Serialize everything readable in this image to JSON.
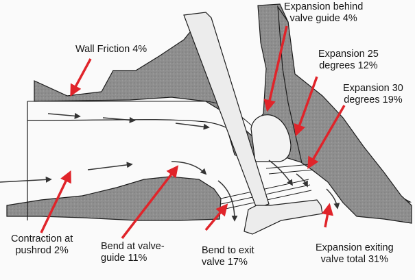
{
  "diagram": {
    "labels": {
      "wall_friction": "Wall Friction 4%",
      "exp_guide_l1": "Expansion behind",
      "exp_guide_l2": "valve guide 4%",
      "exp25_l1": "Expansion 25",
      "exp25_l2": "degrees 12%",
      "exp30_l1": "Expansion 30",
      "exp30_l2": "degrees 19%",
      "contraction_l1": "Contraction at",
      "contraction_l2": "pushrod 2%",
      "bend_guide_l1": "Bend at valve-",
      "bend_guide_l2": "guide 11%",
      "bend_exit_l1": "Bend to exit",
      "bend_exit_l2": "valve 17%",
      "exp_exit_l1": "Expansion exiting",
      "exp_exit_l2": "valve total 31%"
    },
    "colors": {
      "annotation_arrow": "#e0242a",
      "casting": "#8c8c8c",
      "outline": "#1c1c1c",
      "flow_arrow": "#333333"
    }
  }
}
